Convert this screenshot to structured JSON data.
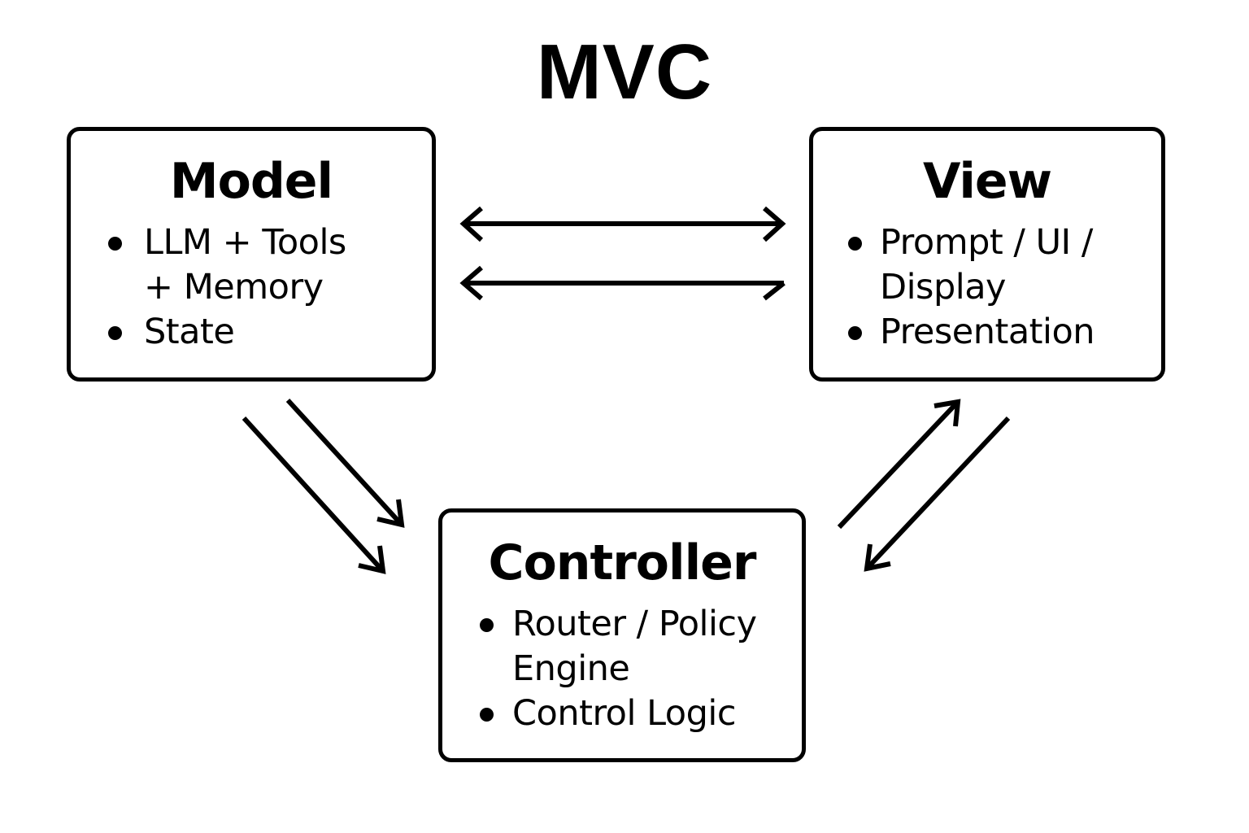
{
  "diagram": {
    "title": "MVC",
    "nodes": {
      "model": {
        "title": "Model",
        "bullets": [
          "LLM + Tools + Memory",
          "State"
        ]
      },
      "view": {
        "title": "View",
        "bullets": [
          "Prompt / UI / Display",
          "Presentation"
        ]
      },
      "controller": {
        "title": "Controller",
        "bullets": [
          "Router / Policy Engine",
          "Control Logic"
        ]
      }
    },
    "edges": [
      {
        "from": "model",
        "to": "view",
        "direction": "bidirectional"
      },
      {
        "from": "view",
        "to": "model",
        "direction": "one-way"
      },
      {
        "from": "model",
        "to": "controller",
        "direction": "one-way"
      },
      {
        "from": "model",
        "to": "controller",
        "direction": "one-way"
      },
      {
        "from": "controller",
        "to": "view",
        "direction": "one-way"
      },
      {
        "from": "view",
        "to": "controller",
        "direction": "one-way"
      }
    ],
    "stroke_color": "#000000",
    "background_color": "#ffffff"
  }
}
